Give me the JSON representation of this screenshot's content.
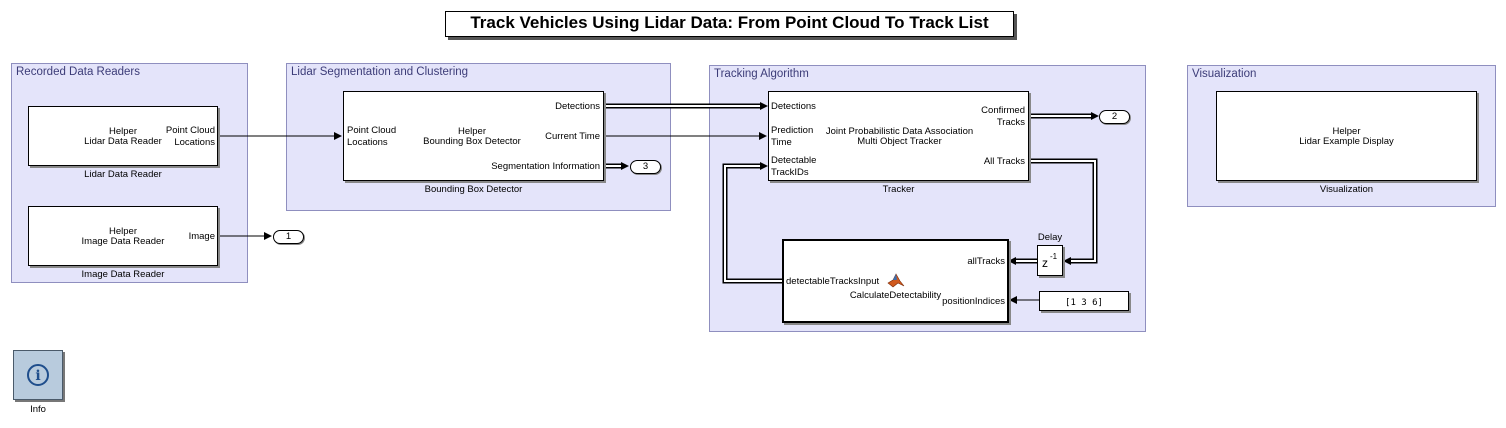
{
  "title": "Track Vehicles Using Lidar Data: From Point Cloud To Track List",
  "areas": {
    "recorded": "Recorded Data Readers",
    "segmentation": "Lidar Segmentation and Clustering",
    "tracking": "Tracking Algorithm",
    "visualization": "Visualization"
  },
  "blocks": {
    "lidar_reader": {
      "line1": "Helper",
      "line2": "Lidar Data Reader",
      "out1": "Point Cloud",
      "out2": "Locations",
      "name": "Lidar Data Reader"
    },
    "image_reader": {
      "line1": "Helper",
      "line2": "Image Data Reader",
      "out": "Image",
      "name": "Image Data Reader"
    },
    "bbox_detector": {
      "in1": "Point Cloud",
      "in2": "Locations",
      "line1": "Helper",
      "line2": "Bounding Box Detector",
      "out_detections": "Detections",
      "out_time": "Current Time",
      "out_seg": "Segmentation Information",
      "name": "Bounding Box Detector"
    },
    "tracker": {
      "in_detections": "Detections",
      "in_pred1": "Prediction",
      "in_pred2": "Time",
      "in_det1": "Detectable",
      "in_det2": "TrackIDs",
      "line1": "Joint Probabilistic Data Association",
      "line2": "Multi Object Tracker",
      "out_conf1": "Confirmed",
      "out_conf2": "Tracks",
      "out_all": "All Tracks",
      "name": "Tracker"
    },
    "visualization": {
      "line1": "Helper",
      "line2": "Lidar Example Display",
      "name": "Visualization"
    },
    "calc": {
      "out": "detectableTracksInput",
      "label": "CalculateDetectability",
      "in1": "allTracks",
      "in2": "positionIndices"
    },
    "delay": {
      "label": "Delay",
      "z": "z",
      "exp": "-1"
    },
    "constant": {
      "value": "[1 3 6]"
    }
  },
  "outports": {
    "o1": "1",
    "o2": "2",
    "o3": "3"
  },
  "info": {
    "label": "Info",
    "icon_glyph": "i"
  },
  "colors": {
    "area_bg": "#e4e4fa",
    "area_border": "#8f8fbf",
    "area_label": "#3c3c78",
    "info_bg": "#b8cbdd"
  }
}
